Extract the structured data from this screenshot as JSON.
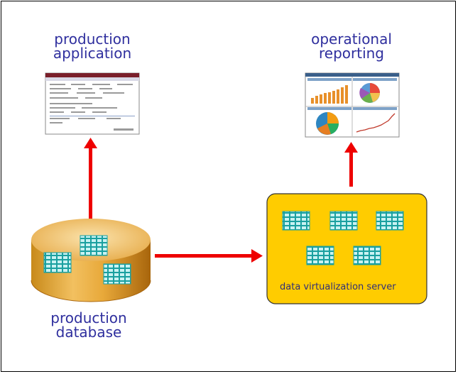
{
  "labels": {
    "production_application": [
      "production",
      "application"
    ],
    "operational_reporting": [
      "operational",
      "reporting"
    ],
    "production_database": [
      "production",
      "database"
    ],
    "server_caption": "data virtualization server"
  },
  "colors": {
    "arrow": "#ee0000",
    "label_text": "#2f2f9e",
    "server_fill": "#ffcc00",
    "table_fill": "#1aa0a0"
  }
}
